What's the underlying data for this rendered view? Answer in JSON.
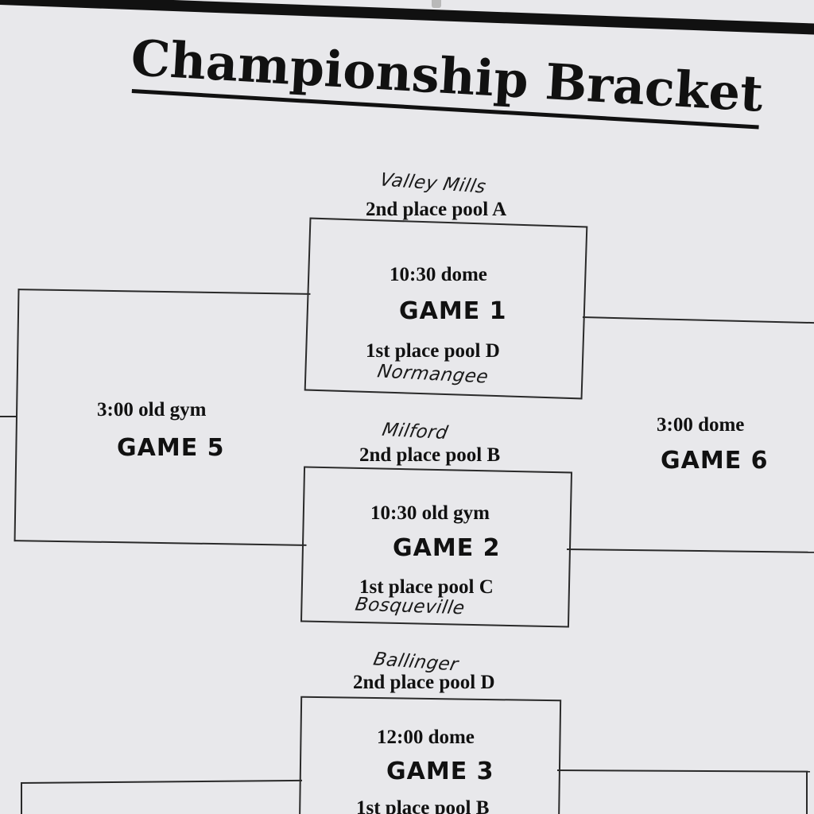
{
  "title": "Championship Bracket",
  "games": {
    "g1": {
      "time": "10:30 dome",
      "name": "GAME 1",
      "top_slot": "2nd place pool A",
      "top_team": "Valley Mills",
      "bottom_slot": "1st place pool D",
      "bottom_team": "Normangee"
    },
    "g2": {
      "time": "10:30 old gym",
      "name": "GAME 2",
      "top_slot": "2nd place pool B",
      "top_team": "Milford",
      "bottom_slot": "1st place pool C",
      "bottom_team": "Bosqueville"
    },
    "g3": {
      "time": "12:00 dome",
      "name": "GAME 3",
      "top_slot": "2nd place pool D",
      "top_team": "Ballinger",
      "bottom_slot": "1st place pool B"
    },
    "g5": {
      "time": "3:00 old gym",
      "name": "GAME 5"
    },
    "g6": {
      "time": "3:00 dome",
      "name": "GAME 6"
    }
  }
}
